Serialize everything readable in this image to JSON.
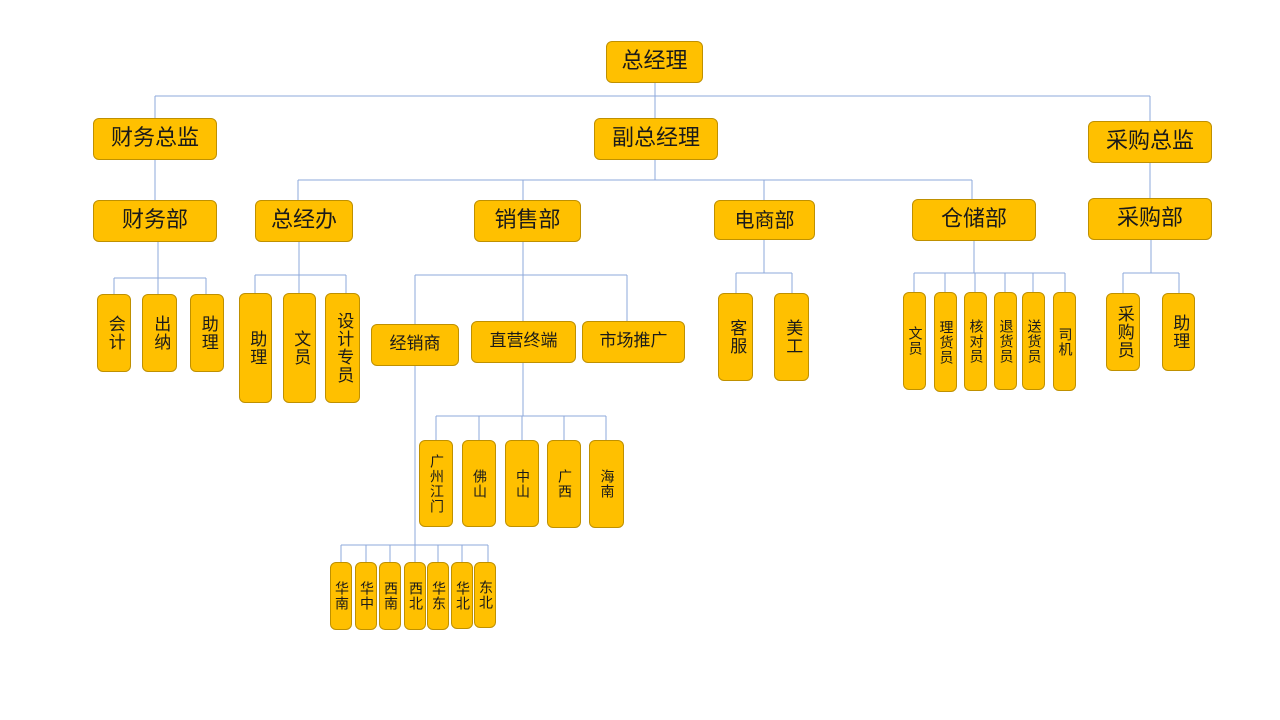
{
  "line_color": "#8EA9DB",
  "box_fill": "#FFC000",
  "box_border": "#BF9000",
  "nodes": {
    "gm": "总经理",
    "cfo": "财务总监",
    "vgm": "副总经理",
    "cpo": "采购总监",
    "finance_dept": "财务部",
    "gm_office": "总经办",
    "sales_dept": "销售部",
    "ecom_dept": "电商部",
    "warehouse_dept": "仓储部",
    "purchase_dept": "采购部",
    "accounting": "会计",
    "cashier": "出纳",
    "fin_assistant": "助理",
    "office_assistant": "助理",
    "office_clerk": "文员",
    "design_specialist": "设计专员",
    "distributor": "经销商",
    "direct_terminal": "直营终端",
    "marketing": "市场推广",
    "customer_service": "客服",
    "art_designer": "美工",
    "wh_clerk": "文员",
    "stock_keeper": "理货员",
    "checker": "核对员",
    "returns_clerk": "退货员",
    "delivery_clerk": "送货员",
    "driver": "司机",
    "purchaser": "采购员",
    "purchase_assistant": "助理",
    "guangzhou_jiangmen": "广州江门",
    "foshan": "佛山",
    "zhongshan": "中山",
    "guangxi": "广西",
    "hainan": "海南",
    "south_china": "华南",
    "central_china": "华中",
    "southwest": "西南",
    "northwest": "西北",
    "east_china": "华东",
    "north_china": "华北",
    "northeast": "东北"
  }
}
